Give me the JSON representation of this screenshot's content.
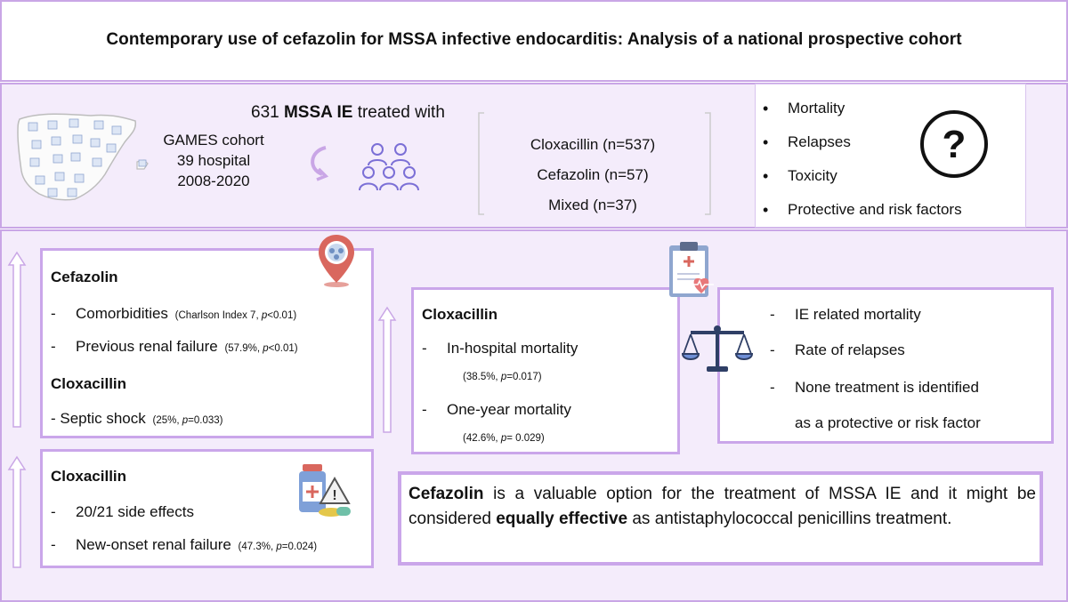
{
  "title": "Contemporary use of cefazolin for MSSA infective endocarditis:  Analysis of a national prospective cohort",
  "cohort": {
    "headline_count": "631",
    "headline_bold": "MSSA IE",
    "headline_rest": "treated with",
    "name": "GAMES cohort",
    "hospitals": "39 hospital",
    "years": "2008-2020",
    "groups": [
      "Cloxacillin (n=537)",
      "Cefazolin (n=57)",
      "Mixed (n=37)"
    ]
  },
  "outcomes": {
    "items": [
      "Mortality",
      "Relapses",
      "Toxicity",
      "Protective and risk factors"
    ],
    "question_mark": "?"
  },
  "risk_box": {
    "cefazolin_title": "Cefazolin",
    "cefazolin_items": [
      {
        "label": "Comorbidities",
        "detail_a": "(Charlson Index 7, ",
        "detail_p": "p",
        "detail_b": "<0.01)"
      },
      {
        "label": "Previous renal failure",
        "detail_a": "(57.9%, ",
        "detail_p": "p",
        "detail_b": "<0.01)"
      }
    ],
    "cloxacillin_title": "Cloxacillin",
    "cloxacillin_item": {
      "label": "- Septic shock",
      "detail_a": "(25%, ",
      "detail_p": "p",
      "detail_b": "=0.033)"
    }
  },
  "toxicity_box": {
    "title": "Cloxacillin",
    "items": [
      {
        "label": "20/21 side effects",
        "detail_a": "",
        "detail_p": "",
        "detail_b": ""
      },
      {
        "label": "New-onset renal failure",
        "detail_a": "(47.3%, ",
        "detail_p": "p",
        "detail_b": "=0.024)"
      }
    ]
  },
  "mortality_box": {
    "title": "Cloxacillin",
    "items": [
      {
        "label": "In-hospital mortality",
        "detail_a": "(38.5%, ",
        "detail_p": "p",
        "detail_b": "=0.017)"
      },
      {
        "label": "One-year mortality",
        "detail_a": "(42.6%, ",
        "detail_p": "p",
        "detail_b": "= 0.029)"
      }
    ]
  },
  "equal_box": {
    "items": [
      "IE related mortality",
      "Rate of relapses",
      "None treatment is identified",
      "as a protective or risk factor"
    ]
  },
  "conclusion": {
    "bold_1": "Cefazolin",
    "text_1": " is a valuable option for the treatment of MSSA IE and it might be considered ",
    "bold_2": "equally effective",
    "text_2": " as antistaphylococcal penicillins treatment."
  },
  "colors": {
    "border": "#c9a6e6",
    "band": "#f4ecfb",
    "icon_purple": "#7b6fd6",
    "pin_red": "#d9675e"
  },
  "icons": [
    "spain-map-icon",
    "curved-arrow-icon",
    "people-group-icon",
    "bracket-icon",
    "question-circle-icon",
    "location-pin-icon",
    "clipboard-icon",
    "scale-icon",
    "medicine-warning-icon",
    "up-arrow-icon"
  ]
}
